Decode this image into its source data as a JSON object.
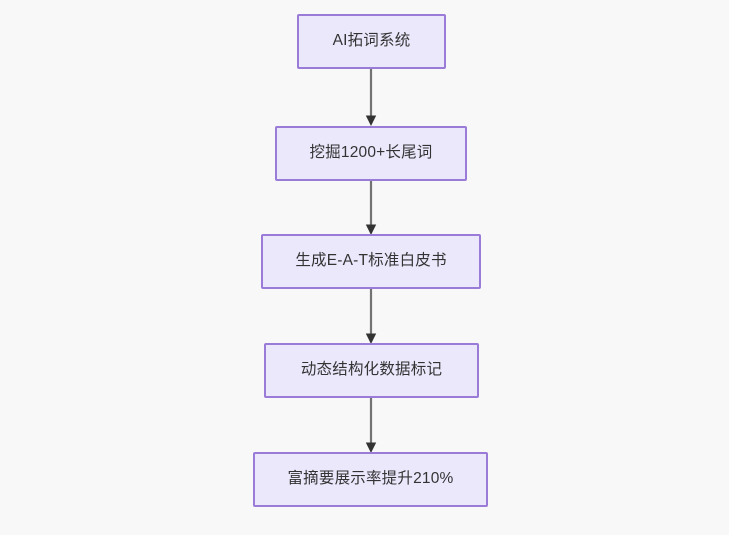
{
  "diagram": {
    "type": "flowchart",
    "direction": "top-to-bottom",
    "background_color": "#f8f8f8",
    "node_fill_color": "#ebe8fc",
    "node_border_color": "#9a7bd8",
    "node_text_color": "#333333",
    "connector_line_color": "#737373",
    "connector_arrow_color": "#333333",
    "nodes": [
      {
        "id": "n1",
        "label": "AI拓词系统"
      },
      {
        "id": "n2",
        "label": "挖掘1200+长尾词"
      },
      {
        "id": "n3",
        "label": "生成E-A-T标准白皮书"
      },
      {
        "id": "n4",
        "label": "动态结构化数据标记"
      },
      {
        "id": "n5",
        "label": "富摘要展示率提升210%"
      }
    ],
    "edges": [
      {
        "from": "n1",
        "to": "n2",
        "label": ""
      },
      {
        "from": "n2",
        "to": "n3",
        "label": ""
      },
      {
        "from": "n3",
        "to": "n4",
        "label": ""
      },
      {
        "from": "n4",
        "to": "n5",
        "label": ""
      }
    ]
  }
}
